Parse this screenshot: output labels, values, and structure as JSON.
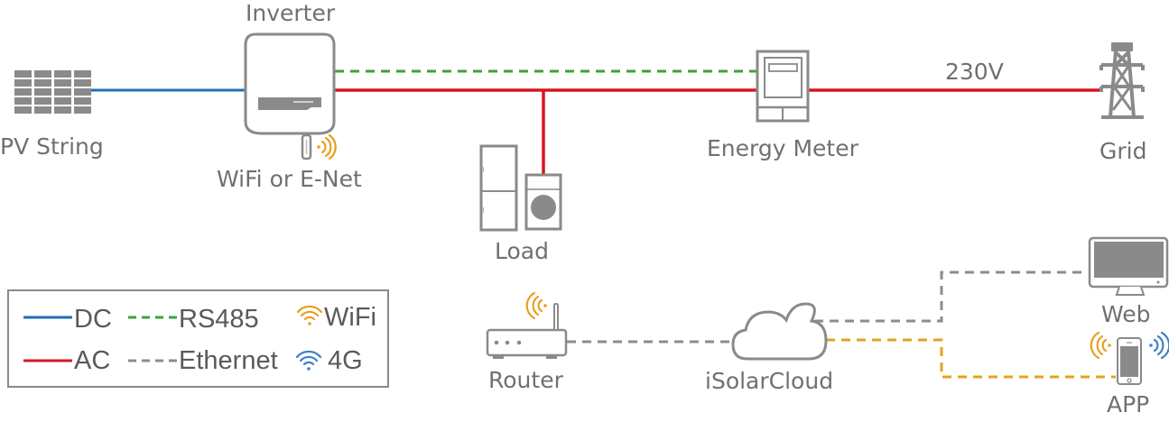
{
  "colors": {
    "dc": "#1f6fb5",
    "ac": "#d7161f",
    "rs485": "#3aa33a",
    "ethernet": "#8c8c8c",
    "wifi": "#e8a020",
    "4g": "#3f7fc4",
    "icon_gray": "#8a8a8a"
  },
  "nodes": {
    "pv_string": {
      "label": "PV String",
      "icon": "solar-panel-icon"
    },
    "inverter": {
      "label": "Inverter",
      "icon": "inverter-icon"
    },
    "wifi_module": {
      "label": "WiFi or E-Net",
      "icon": "wifi-dongle-icon"
    },
    "load": {
      "label": "Load",
      "icon": "appliance-icon"
    },
    "energy_meter": {
      "label": "Energy Meter",
      "icon": "meter-icon"
    },
    "grid": {
      "label": "Grid",
      "icon": "power-tower-icon"
    },
    "router": {
      "label": "Router",
      "icon": "router-icon"
    },
    "cloud": {
      "label": "iSolarCloud",
      "icon": "cloud-icon"
    },
    "web": {
      "label": "Web",
      "icon": "monitor-icon"
    },
    "app": {
      "label": "APP",
      "icon": "smartphone-icon"
    }
  },
  "annotations": {
    "voltage": "230V"
  },
  "connections": [
    {
      "from": "pv_string",
      "to": "inverter",
      "type": "DC"
    },
    {
      "from": "inverter",
      "to": "energy_meter",
      "type": "AC"
    },
    {
      "from": "inverter",
      "to": "energy_meter",
      "type": "RS485"
    },
    {
      "from": "energy_meter",
      "to": "grid",
      "type": "AC"
    },
    {
      "from": "inverter",
      "to": "load",
      "type": "AC"
    },
    {
      "from": "router",
      "to": "cloud",
      "type": "Ethernet"
    },
    {
      "from": "cloud",
      "to": "web",
      "type": "Ethernet"
    },
    {
      "from": "cloud",
      "to": "app",
      "type": "WiFi"
    }
  ],
  "legend": {
    "items": [
      {
        "label": "DC",
        "style": "solid",
        "color_key": "dc"
      },
      {
        "label": "RS485",
        "style": "dashed",
        "color_key": "rs485"
      },
      {
        "label": "WiFi",
        "style": "wireless",
        "color_key": "wifi"
      },
      {
        "label": "AC",
        "style": "solid",
        "color_key": "ac"
      },
      {
        "label": "Ethernet",
        "style": "dashed",
        "color_key": "ethernet"
      },
      {
        "label": "4G",
        "style": "wireless",
        "color_key": "4g"
      }
    ]
  }
}
